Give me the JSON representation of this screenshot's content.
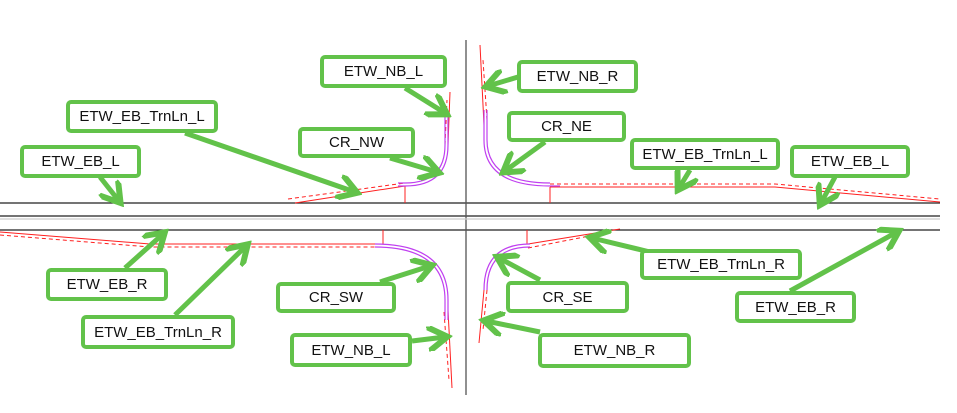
{
  "colors": {
    "callout": "#62c24a",
    "edge": "#ff2020",
    "curb_return": "#c040f0",
    "road": "#222222"
  },
  "labels": {
    "nb_l_top": "ETW_NB_L",
    "nb_r_top": "ETW_NB_R",
    "eb_trnln_l_left": "ETW_EB_TrnLn_L",
    "cr_nw": "CR_NW",
    "cr_ne": "CR_NE",
    "eb_trnln_l_right": "ETW_EB_TrnLn_L",
    "eb_l_left": "ETW_EB_L",
    "eb_l_right": "ETW_EB_L",
    "eb_r_left": "ETW_EB_R",
    "eb_trnln_r_left": "ETW_EB_TrnLn_R",
    "cr_sw": "CR_SW",
    "cr_se": "CR_SE",
    "eb_trnln_r_right": "ETW_EB_TrnLn_R",
    "eb_r_right": "ETW_EB_R",
    "nb_l_bottom": "ETW_NB_L",
    "nb_r_bottom": "ETW_NB_R"
  }
}
